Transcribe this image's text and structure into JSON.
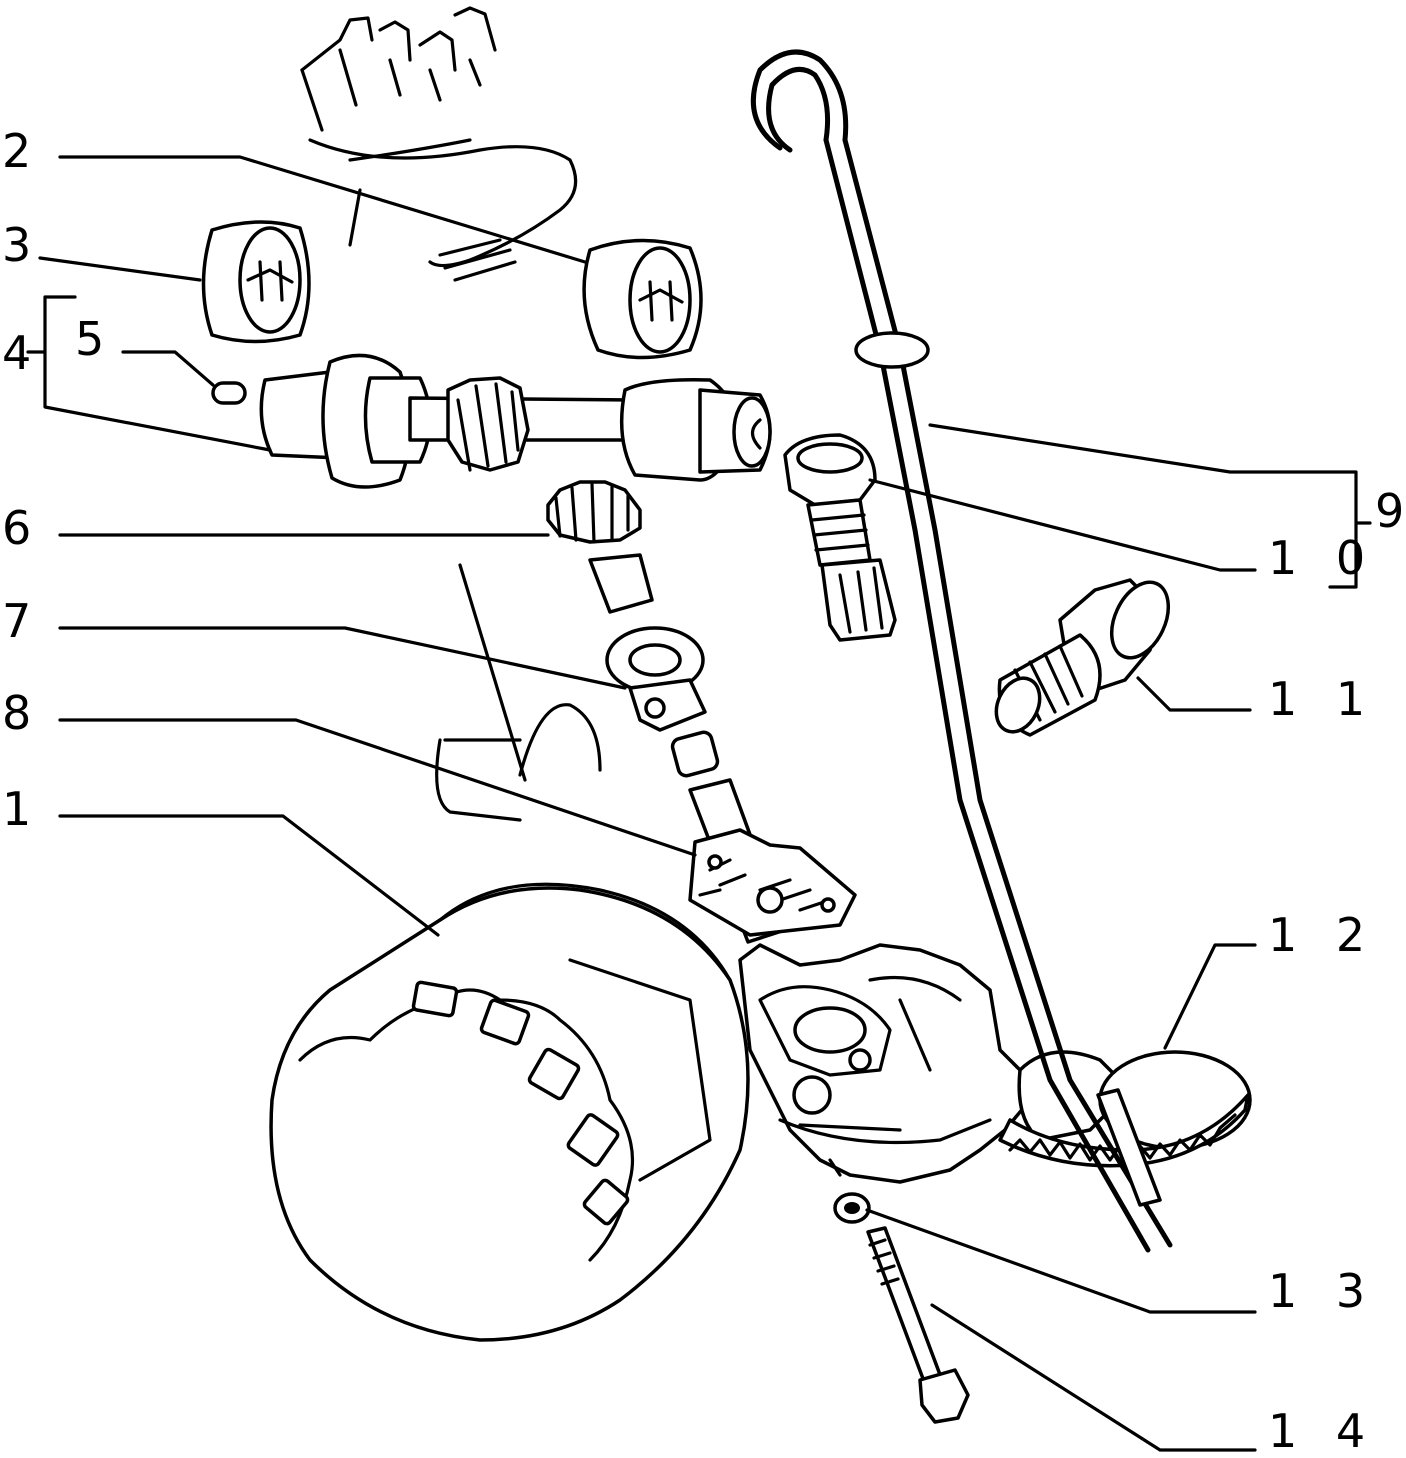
{
  "callouts": {
    "c1": "1",
    "c2": "2",
    "c3": "3",
    "c4": "4",
    "c5": "5",
    "c6": "6",
    "c7": "7",
    "c8": "8",
    "c9": "9",
    "c10": "1 0",
    "c11": "1 1",
    "c12": "1 2",
    "c13": "1 3",
    "c14": "1 4"
  }
}
